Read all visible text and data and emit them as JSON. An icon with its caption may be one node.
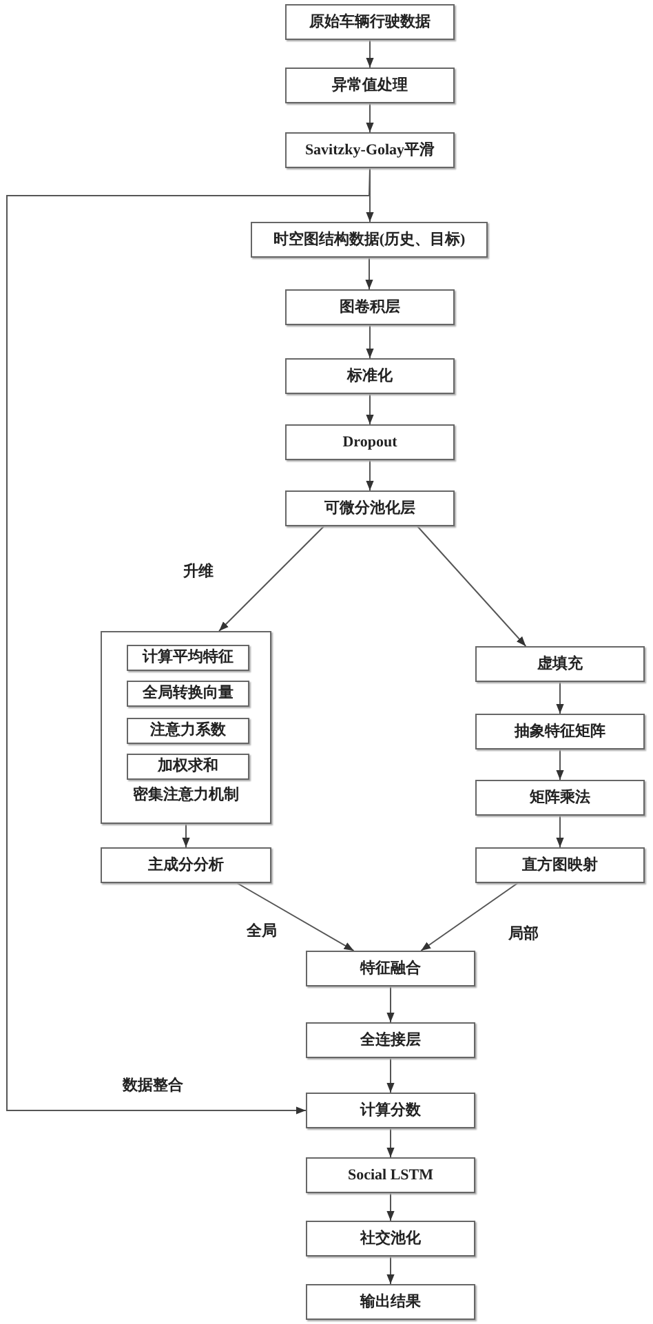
{
  "diagram": {
    "nodes": [
      {
        "text": [
          "原始车辆行驶数据"
        ]
      },
      {
        "text": [
          "异常值处理"
        ]
      },
      {
        "text": [
          "Savitzky-Golay平滑"
        ]
      },
      {
        "text": [
          "时空图结构数据(历史、目标)"
        ]
      },
      {
        "text": [
          "图卷积层"
        ]
      },
      {
        "text": [
          "标准化"
        ]
      },
      {
        "text": [
          "Dropout"
        ]
      },
      {
        "text": [
          "可微分池化层"
        ]
      },
      {
        "text": [
          "密集注意力机制"
        ]
      },
      {
        "text": [
          "计算平均特征"
        ],
        "in": 8
      },
      {
        "text": [
          "全局转换向量"
        ],
        "in": 8
      },
      {
        "text": [
          "注意力系数"
        ],
        "in": 8
      },
      {
        "text": [
          "加权求和"
        ],
        "in": 8
      },
      {
        "text": [
          "主成分分析"
        ]
      },
      {
        "text": [
          "虚填充"
        ]
      },
      {
        "text": [
          "抽象特征矩阵"
        ]
      },
      {
        "text": [
          "矩阵乘法"
        ]
      },
      {
        "text": [
          "直方图映射"
        ]
      },
      {
        "text": [
          "特征融合"
        ]
      },
      {
        "text": [
          "全连接层"
        ]
      },
      {
        "text": [
          "计算分数"
        ]
      },
      {
        "text": [
          "Social LSTM"
        ]
      },
      {
        "text": [
          "社交池化"
        ]
      },
      {
        "text": [
          "输出结果"
        ]
      }
    ],
    "edges": [
      {
        "from": 0,
        "to": 1,
        "arrow": "to"
      },
      {
        "from": 1,
        "to": 2,
        "arrow": "to"
      },
      {
        "from": 2,
        "to": 3,
        "arrow": "to"
      },
      {
        "from": 3,
        "to": 4,
        "arrow": "to"
      },
      {
        "from": 4,
        "to": 5,
        "arrow": "to"
      },
      {
        "from": 5,
        "to": 6,
        "arrow": "to"
      },
      {
        "from": 6,
        "to": 7,
        "arrow": "to"
      },
      {
        "from": 7,
        "to": 8,
        "arrow": "to",
        "label": "升维"
      },
      {
        "from": 7,
        "to": 14,
        "arrow": "to"
      },
      {
        "from": 8,
        "to": 13,
        "arrow": "to"
      },
      {
        "from": 14,
        "to": 15,
        "arrow": "to"
      },
      {
        "from": 15,
        "to": 16,
        "arrow": "to"
      },
      {
        "from": 16,
        "to": 17,
        "arrow": "to"
      },
      {
        "from": 13,
        "to": 18,
        "arrow": "to",
        "label": "全局"
      },
      {
        "from": 17,
        "to": 18,
        "arrow": "to",
        "label": "局部"
      },
      {
        "from": 18,
        "to": 19,
        "arrow": "to"
      },
      {
        "from": 19,
        "to": 20,
        "arrow": "to"
      },
      {
        "from": 2,
        "to": 20,
        "arrow": "to",
        "label": "数据整合"
      },
      {
        "from": 20,
        "to": 21,
        "arrow": "to"
      },
      {
        "from": 21,
        "to": 22,
        "arrow": "to"
      },
      {
        "from": 22,
        "to": 23,
        "arrow": "to"
      }
    ]
  }
}
